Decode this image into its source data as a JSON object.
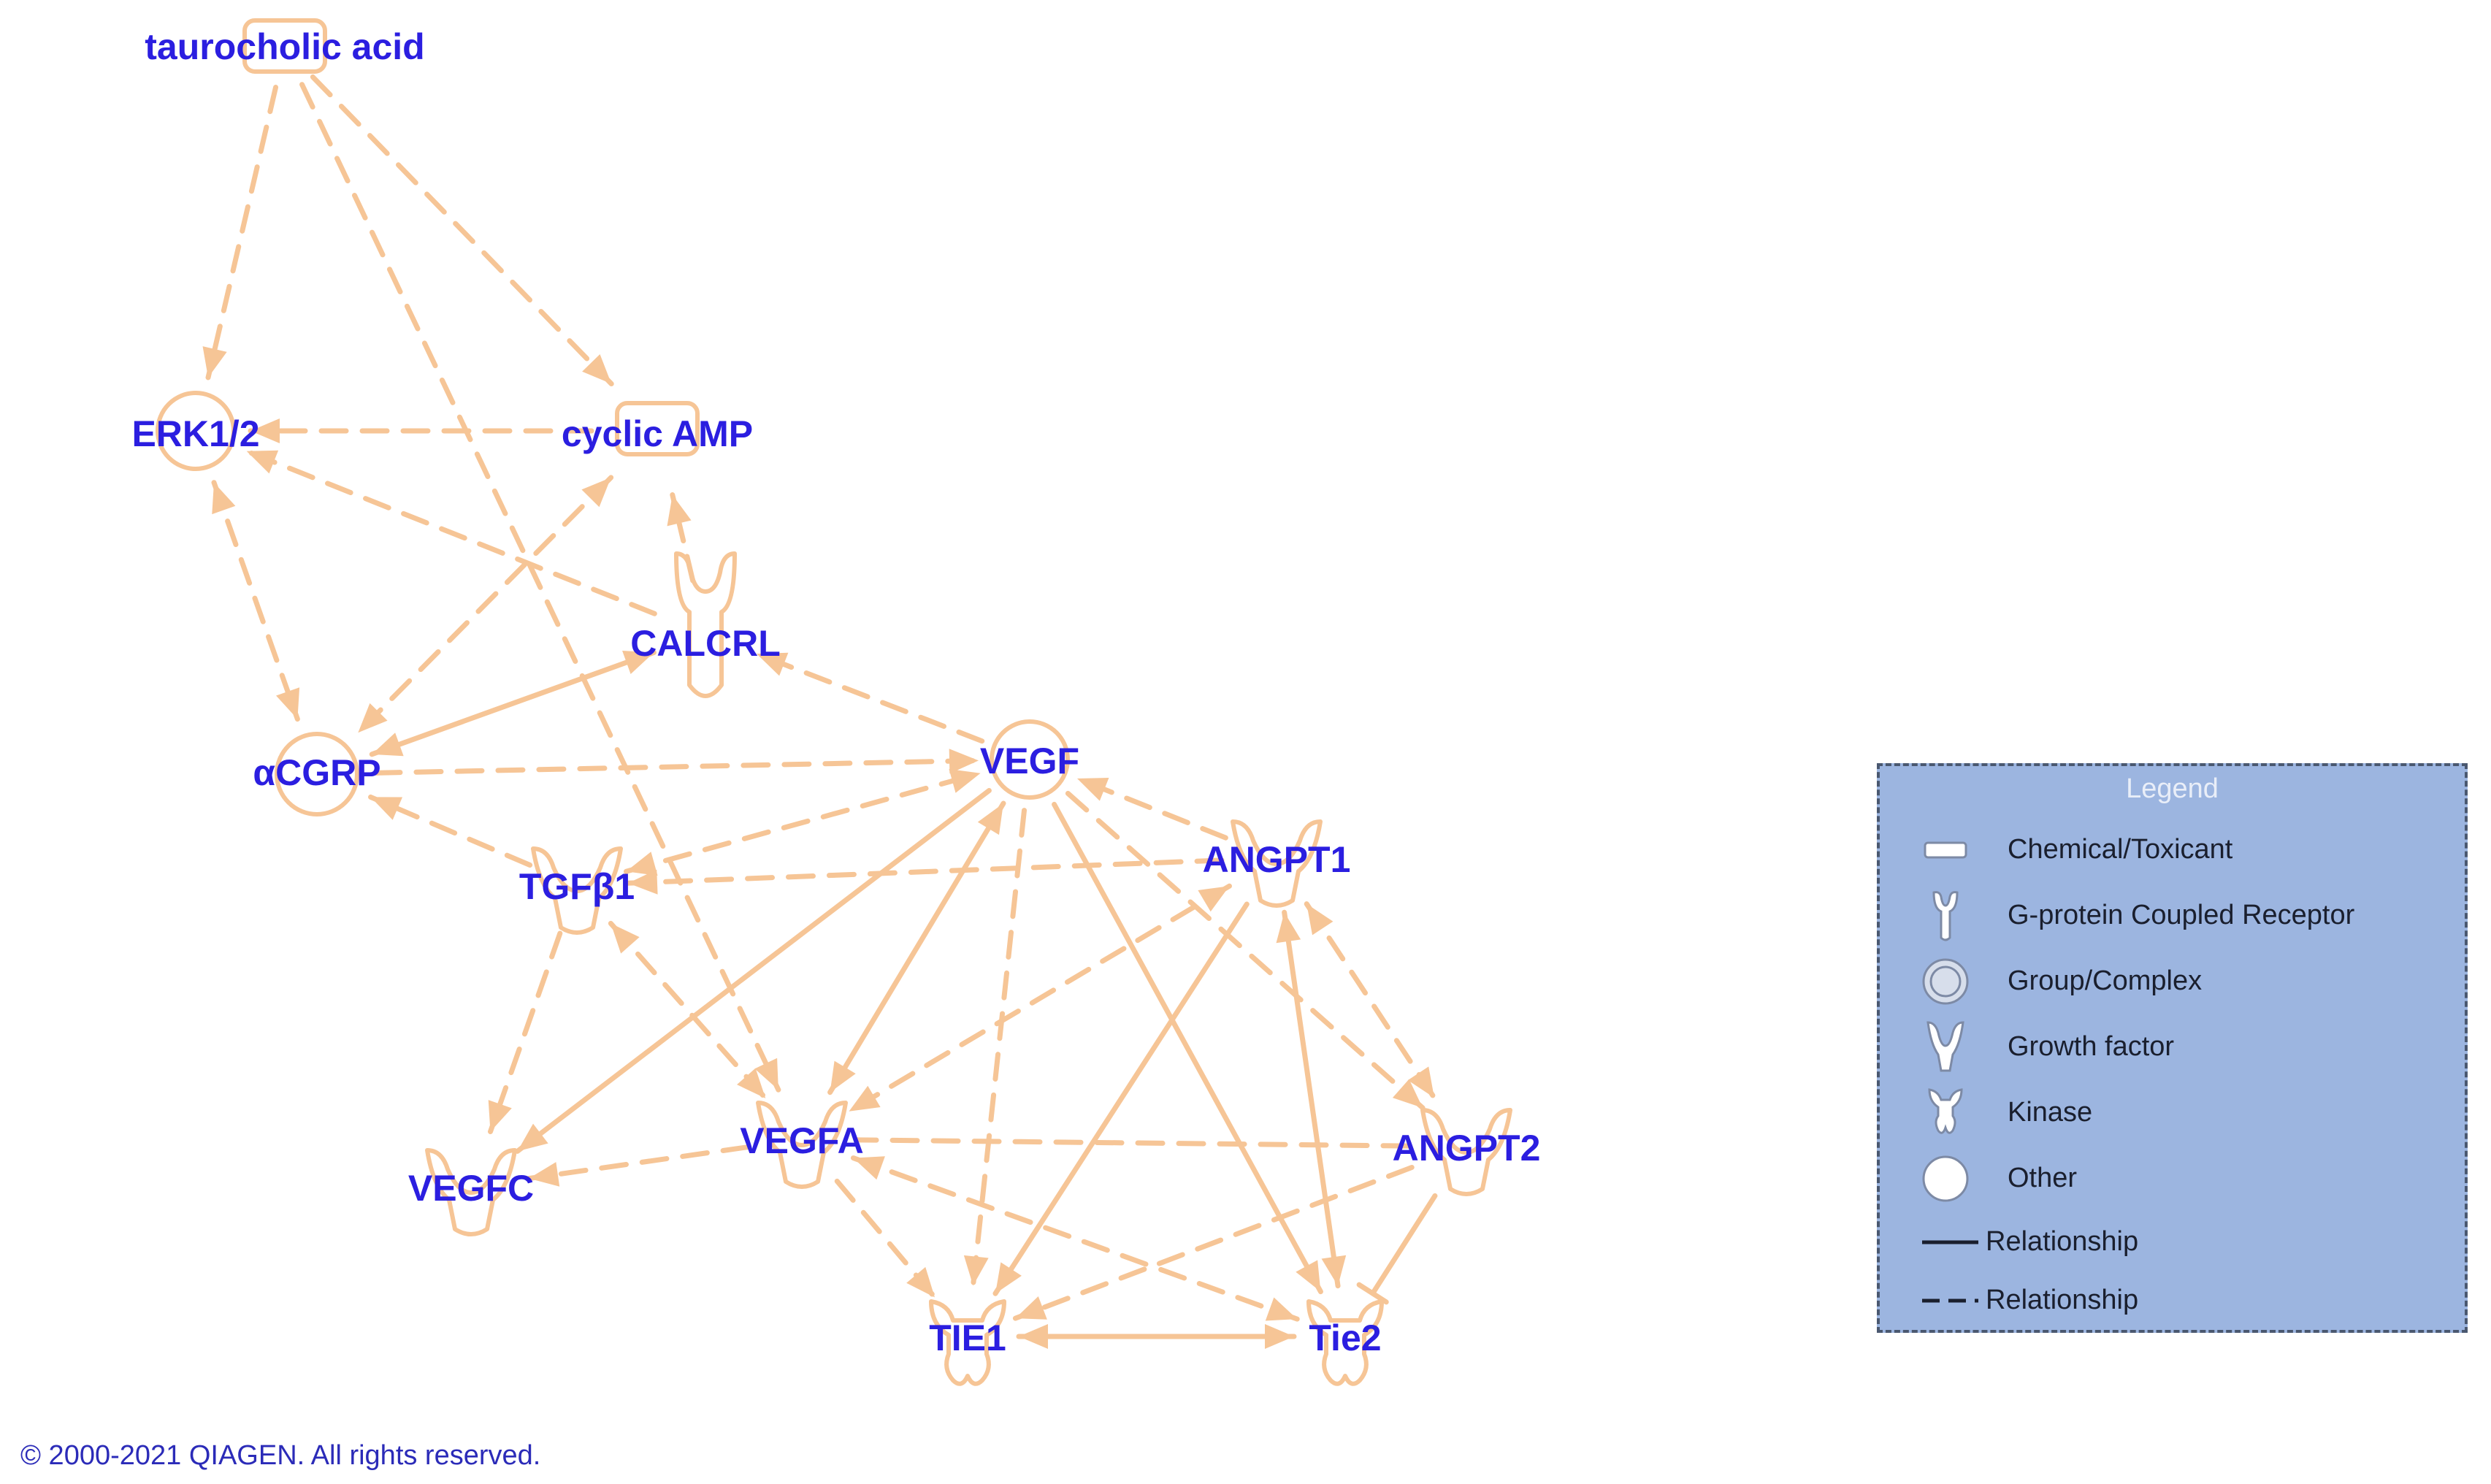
{
  "network": {
    "nodes": [
      {
        "id": "taurocholic",
        "label": "taurocholic acid",
        "shape": "chemical"
      },
      {
        "id": "erk",
        "label": "ERK1/2",
        "shape": "complex"
      },
      {
        "id": "camp",
        "label": "cyclic AMP",
        "shape": "chemical"
      },
      {
        "id": "calcrl",
        "label": "CALCRL",
        "shape": "gpcr"
      },
      {
        "id": "acgrp",
        "label": "αCGRP",
        "shape": "other"
      },
      {
        "id": "vegf",
        "label": "VEGF",
        "shape": "complex"
      },
      {
        "id": "angpt1",
        "label": "ANGPT1",
        "shape": "growth-factor"
      },
      {
        "id": "tgfb1",
        "label": "TGFβ1",
        "shape": "growth-factor"
      },
      {
        "id": "vegfa",
        "label": "VEGFA",
        "shape": "growth-factor"
      },
      {
        "id": "angpt2",
        "label": "ANGPT2",
        "shape": "growth-factor"
      },
      {
        "id": "vegfc",
        "label": "VEGFC",
        "shape": "growth-factor"
      },
      {
        "id": "tie1",
        "label": "TIE1",
        "shape": "kinase"
      },
      {
        "id": "tie2",
        "label": "Tie2",
        "shape": "kinase"
      }
    ],
    "edges": [
      {
        "from": "taurocholic",
        "to": "erk",
        "style": "dashed",
        "arrow": "end"
      },
      {
        "from": "taurocholic",
        "to": "camp",
        "style": "dashed",
        "arrow": "end"
      },
      {
        "from": "taurocholic",
        "to": "vegfa",
        "style": "dashed",
        "arrow": "end"
      },
      {
        "from": "camp",
        "to": "erk",
        "style": "dashed",
        "arrow": "end"
      },
      {
        "from": "calcrl",
        "to": "erk",
        "style": "dashed",
        "arrow": "end"
      },
      {
        "from": "calcrl",
        "to": "camp",
        "style": "dashed",
        "arrow": "end"
      },
      {
        "from": "erk",
        "to": "acgrp",
        "style": "dashed",
        "arrow": "both"
      },
      {
        "from": "camp",
        "to": "acgrp",
        "style": "dashed",
        "arrow": "both"
      },
      {
        "from": "acgrp",
        "to": "calcrl",
        "style": "solid",
        "arrow": "both"
      },
      {
        "from": "acgrp",
        "to": "vegf",
        "style": "dashed",
        "arrow": "end"
      },
      {
        "from": "vegf",
        "to": "calcrl",
        "style": "dashed",
        "arrow": "end"
      },
      {
        "from": "tgfb1",
        "to": "acgrp",
        "style": "dashed",
        "arrow": "end"
      },
      {
        "from": "tgfb1",
        "to": "vegf",
        "style": "dashed",
        "arrow": "both"
      },
      {
        "from": "angpt1",
        "to": "vegf",
        "style": "dashed",
        "arrow": "end"
      },
      {
        "from": "angpt1",
        "to": "tgfb1",
        "style": "dashed",
        "arrow": "end"
      },
      {
        "from": "tgfb1",
        "to": "vegfc",
        "style": "dashed",
        "arrow": "end"
      },
      {
        "from": "tgfb1",
        "to": "vegfa",
        "style": "dashed",
        "arrow": "both"
      },
      {
        "from": "vegf",
        "to": "vegfc",
        "style": "solid",
        "arrow": "end"
      },
      {
        "from": "vegf",
        "to": "vegfa",
        "style": "solid",
        "arrow": "both"
      },
      {
        "from": "vegf",
        "to": "tie1",
        "style": "dashed",
        "arrow": "end"
      },
      {
        "from": "vegf",
        "to": "tie2",
        "style": "solid",
        "arrow": "end"
      },
      {
        "from": "vegf",
        "to": "angpt2",
        "style": "dashed",
        "arrow": "end"
      },
      {
        "from": "angpt1",
        "to": "vegfa",
        "style": "dashed",
        "arrow": "both"
      },
      {
        "from": "angpt1",
        "to": "tie1",
        "style": "solid",
        "arrow": "end"
      },
      {
        "from": "angpt1",
        "to": "tie2",
        "style": "solid",
        "arrow": "both"
      },
      {
        "from": "angpt1",
        "to": "angpt2",
        "style": "dashed",
        "arrow": "both"
      },
      {
        "from": "angpt2",
        "to": "vegfa",
        "style": "dashed",
        "arrow": "none"
      },
      {
        "from": "vegfa",
        "to": "vegfc",
        "style": "dashed",
        "arrow": "end"
      },
      {
        "from": "vegfa",
        "to": "tie1",
        "style": "dashed",
        "arrow": "end"
      },
      {
        "from": "vegfa",
        "to": "tie2",
        "style": "dashed",
        "arrow": "both"
      },
      {
        "from": "angpt2",
        "to": "tie1",
        "style": "dashed",
        "arrow": "end"
      },
      {
        "from": "angpt2",
        "to": "tie2",
        "style": "solid",
        "arrow": "bar"
      },
      {
        "from": "tie1",
        "to": "tie2",
        "style": "solid",
        "arrow": "both"
      }
    ]
  },
  "legend": {
    "title": "Legend",
    "items": [
      {
        "icon": "chemical-toxicant-icon",
        "label": "Chemical/Toxicant"
      },
      {
        "icon": "gpcr-icon",
        "label": "G-protein Coupled Receptor"
      },
      {
        "icon": "group-complex-icon",
        "label": "Group/Complex"
      },
      {
        "icon": "growth-factor-icon",
        "label": "Growth factor"
      },
      {
        "icon": "kinase-icon",
        "label": "Kinase"
      },
      {
        "icon": "other-icon",
        "label": "Other"
      },
      {
        "icon": "solid-line-icon",
        "label": "Relationship"
      },
      {
        "icon": "dashed-line-icon",
        "label": "Relationship"
      }
    ]
  },
  "footer": {
    "copyright": "© 2000-2021 QIAGEN. All rights reserved."
  },
  "colors": {
    "edge": "#f6c596",
    "label": "#2b1ee0",
    "legend_bg": "#9cb5e0"
  }
}
